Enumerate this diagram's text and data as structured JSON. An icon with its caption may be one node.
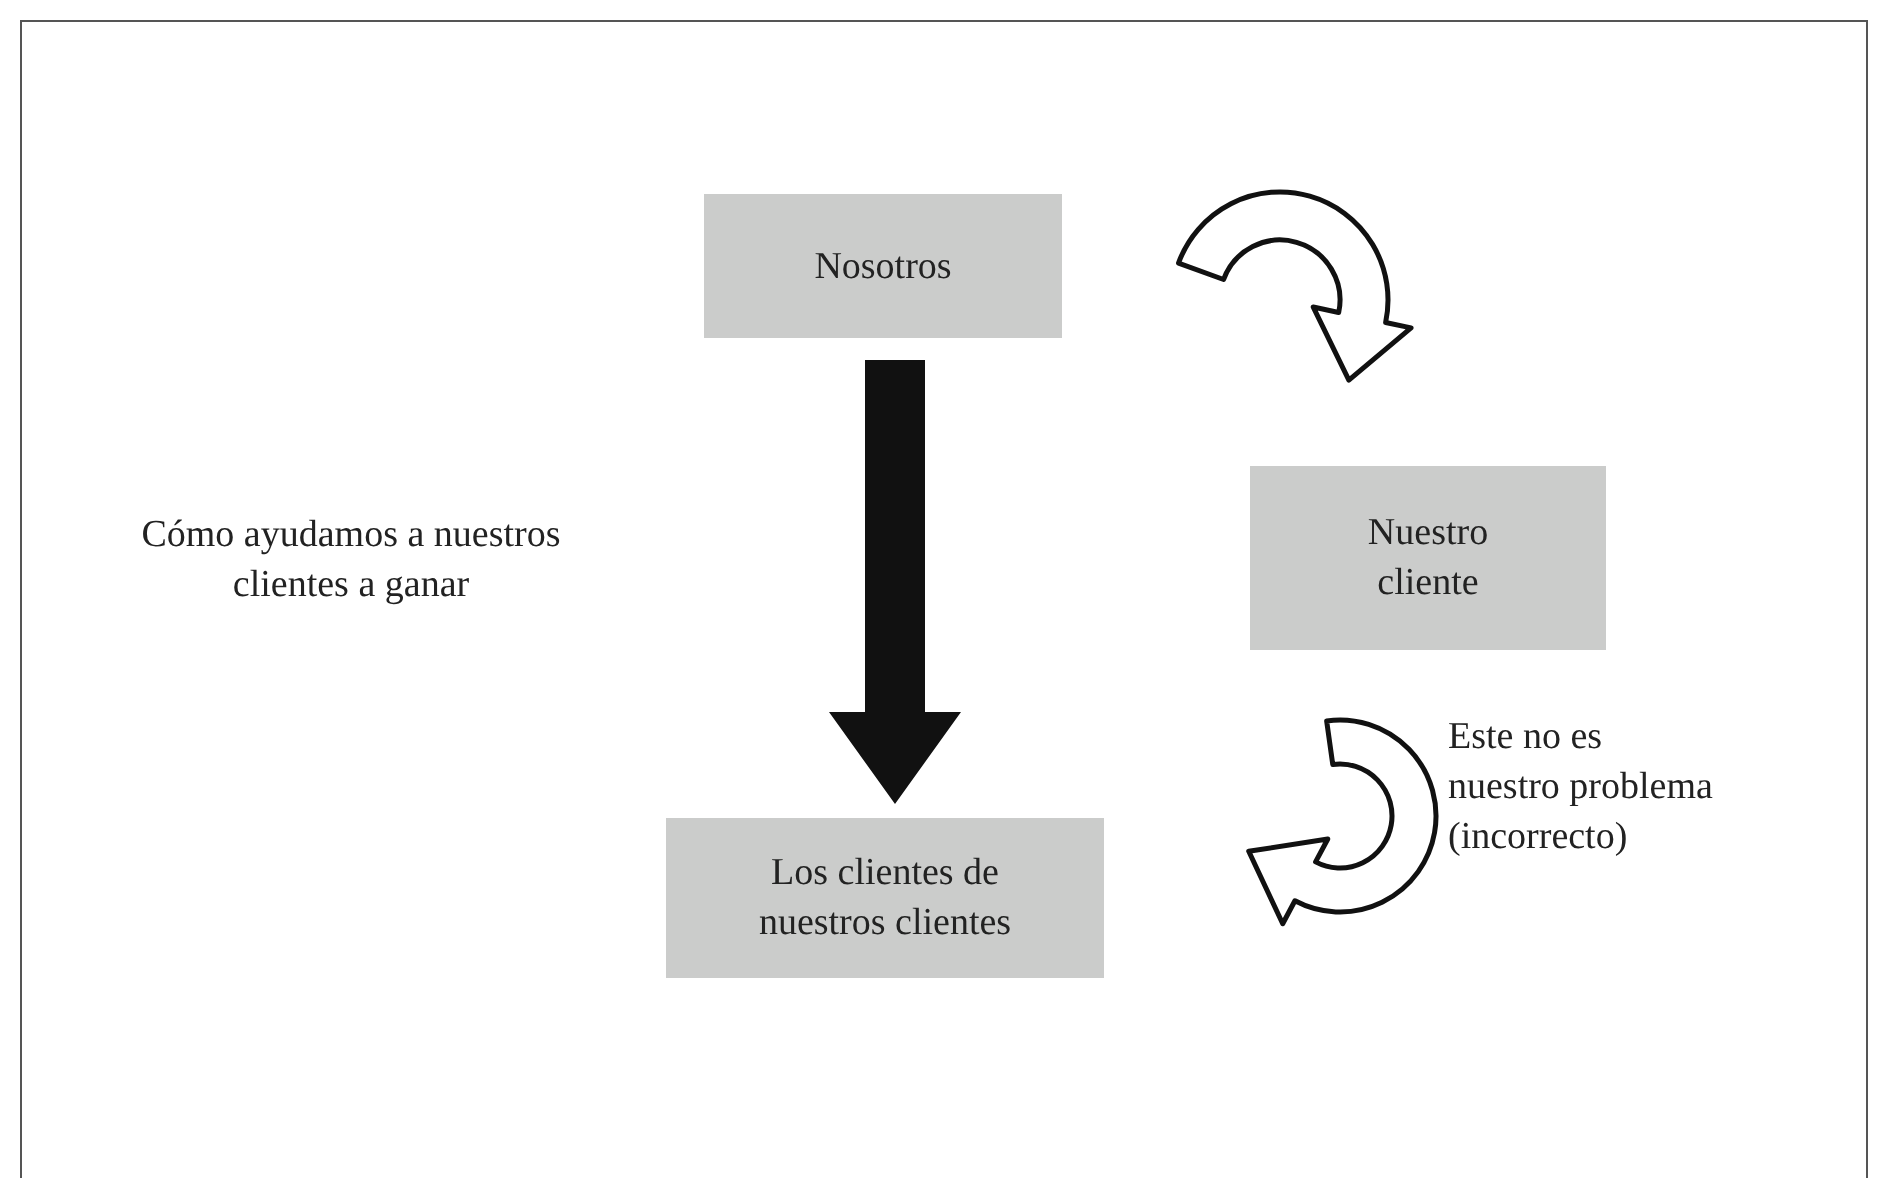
{
  "diagram": {
    "nodes": [
      {
        "text": [
          "Nosotros"
        ]
      },
      {
        "text": [
          "Nuestro cliente"
        ]
      },
      {
        "text": [
          "Los clientes de nuestros clientes"
        ]
      }
    ],
    "edges": [
      {
        "from": 0,
        "to": 2,
        "arrow": "to",
        "style": "thick"
      },
      {
        "from": 0,
        "to": 1,
        "arrow": "to"
      },
      {
        "from": 1,
        "to": 2,
        "arrow": "to",
        "label": "Este no es nuestro problema (incorrecto)"
      }
    ],
    "labels": [
      "Cómo ayudamos a nuestros clientes a ganar"
    ]
  }
}
